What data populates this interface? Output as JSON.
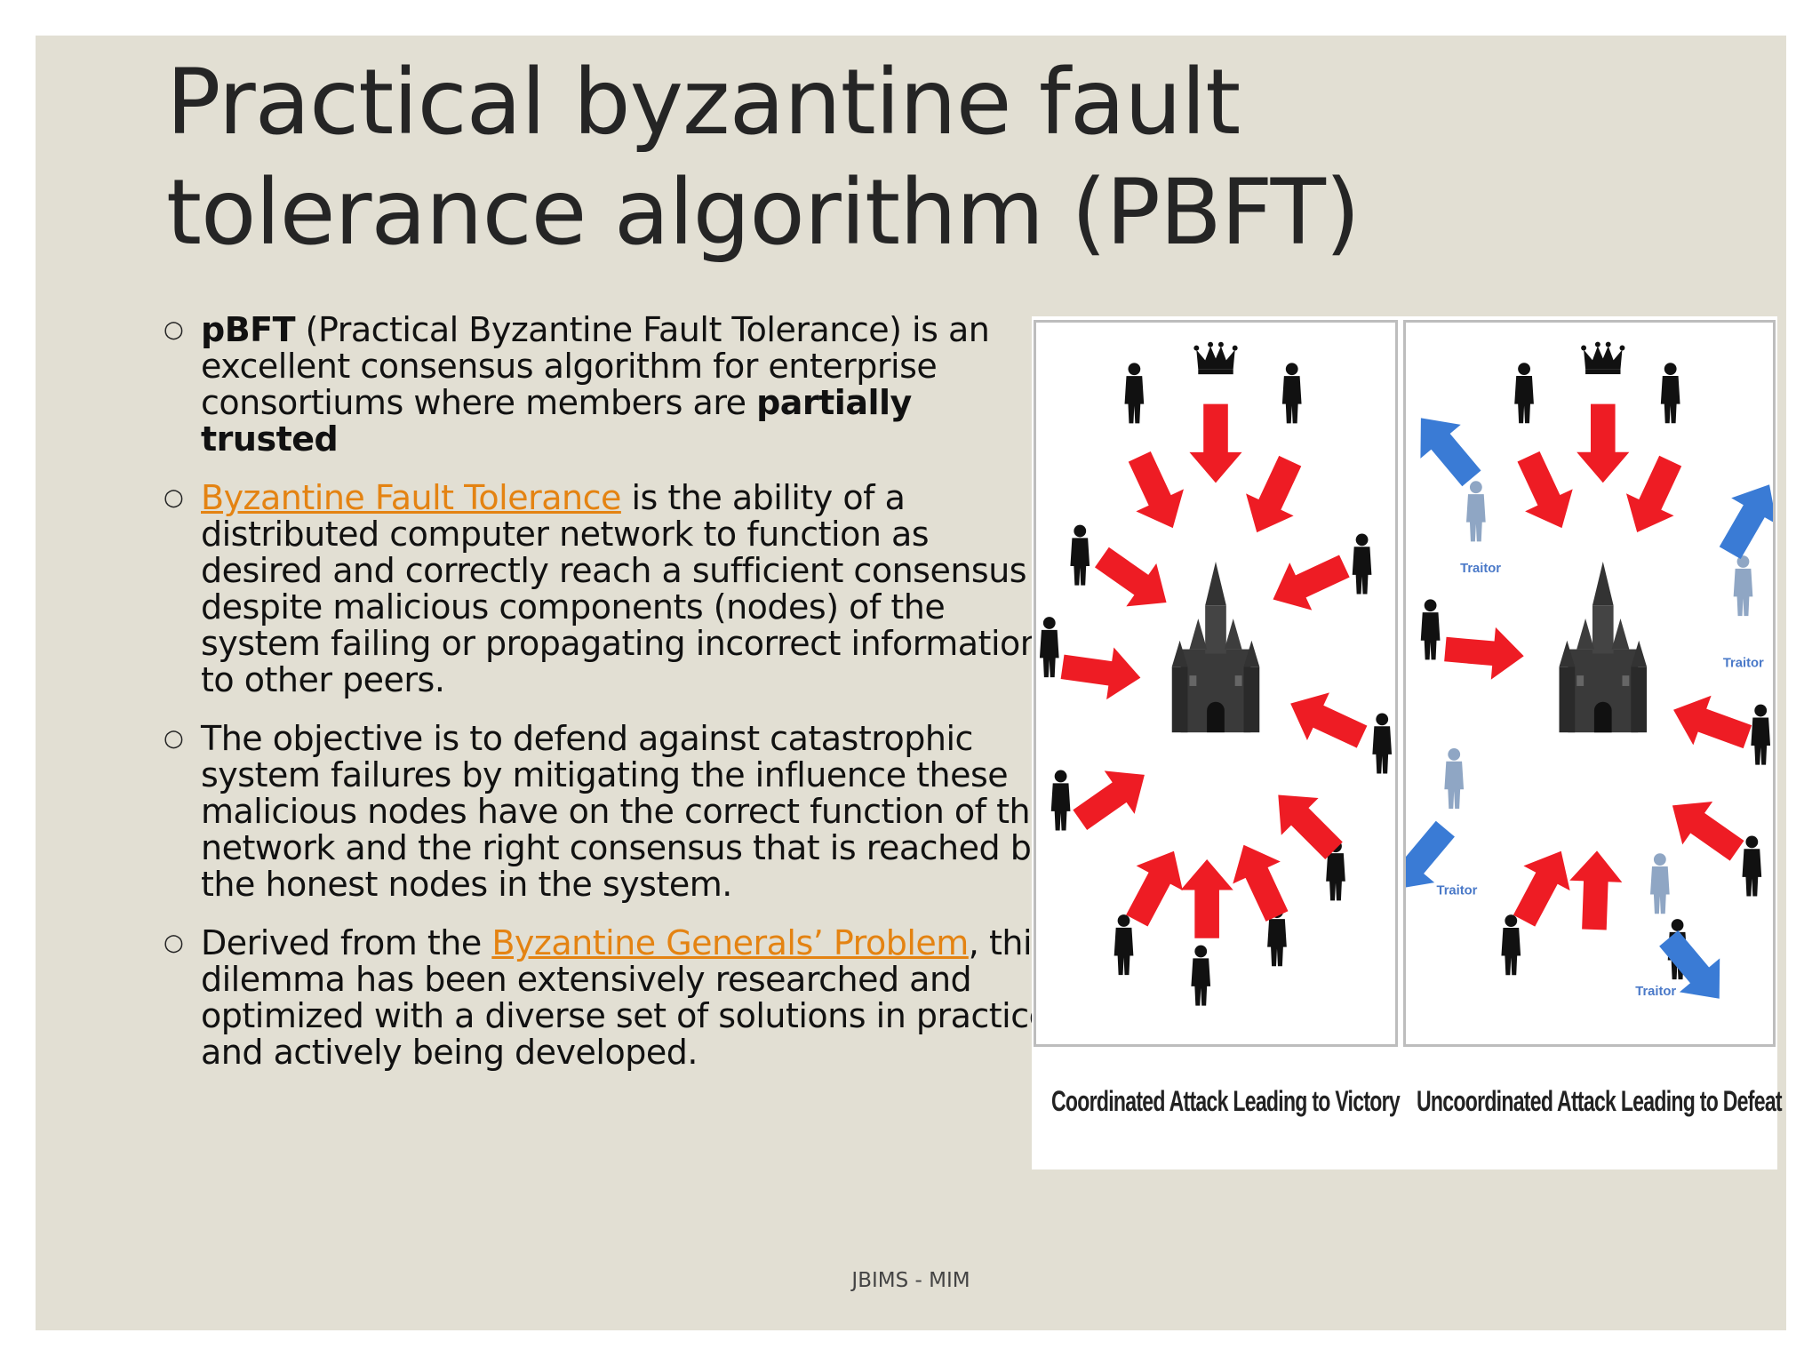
{
  "slide": {
    "title": "Practical byzantine fault tolerance algorithm (PBFT)",
    "bullets": [
      {
        "parts": [
          {
            "text": "pBFT",
            "style": "bold"
          },
          {
            "text": " (Practical Byzantine Fault Tolerance) is an excellent consensus algorithm for enterprise consortiums where members are ",
            "style": "normal"
          },
          {
            "text": "partially trusted",
            "style": "bold"
          }
        ]
      },
      {
        "parts": [
          {
            "text": "Byzantine Fault Tolerance",
            "style": "link"
          },
          {
            "text": " is the ability of a distributed computer network to function as desired and correctly reach a sufficient consensus despite malicious components (nodes) of the system failing or propagating incorrect information to other peers.",
            "style": "normal"
          }
        ]
      },
      {
        "parts": [
          {
            "text": "The objective is to defend against catastrophic system failures by mitigating the influence these malicious nodes have on the correct function of the network and the right consensus that is reached by the honest nodes in the system.",
            "style": "normal"
          }
        ]
      },
      {
        "parts": [
          {
            "text": "Derived from the ",
            "style": "normal"
          },
          {
            "text": "Byzantine Generals’ Problem",
            "style": "link"
          },
          {
            "text": ", this dilemma has been extensively researched and optimized with a diverse set of solutions in practice and actively being developed.",
            "style": "normal"
          }
        ]
      }
    ],
    "figure": {
      "caption_left": "Coordinated Attack Leading to Victory",
      "caption_right": "Uncoordinated Attack Leading to Defeat",
      "traitor_label": "Traitor"
    },
    "footer": "JBIMS - MIM"
  },
  "colors": {
    "slide_background": "#e2dfd3",
    "link": "#e48312",
    "arrow_red": "#ee1c24",
    "arrow_blue": "#3a7bd5",
    "traitor_figure": "#8fa6c4"
  },
  "icons": {
    "bullet": "hollow-circle",
    "king": "crown-icon",
    "castle": "castle-icon",
    "general": "person-silhouette-icon"
  }
}
